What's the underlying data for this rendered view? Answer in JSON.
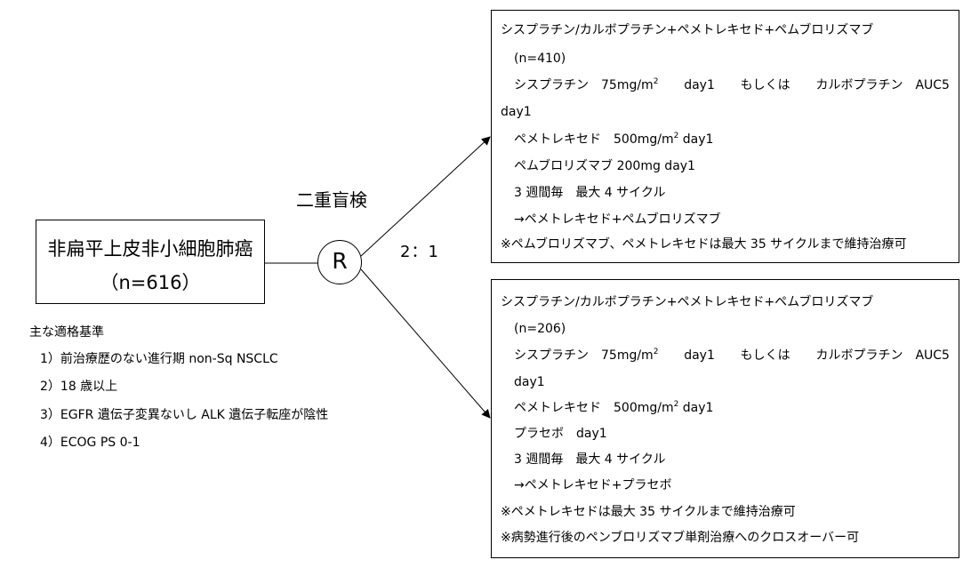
{
  "diagram": {
    "population": {
      "name": "非扁平上皮非小細胞肺癌",
      "n": "（n=616）"
    },
    "randomization": {
      "symbol": "R",
      "blinding": "二重盲検",
      "ratio": "2：1"
    },
    "criteria": {
      "title": "主な適格基準",
      "items": [
        "1）前治療歴のない進行期 non-Sq NSCLC",
        "2）18 歳以上",
        "3）EGFR 遺伝子変異ないし ALK 遺伝子転座が陰性",
        "4）ECOG PS 0-1"
      ]
    },
    "arm1": {
      "regimen": "シスプラチン/カルボプラチン+ペメトレキセド+ペムブロリズマブ",
      "n": "(n=410)",
      "cis_a": "シスプラチン　75mg/m",
      "cis_sup": "2",
      "cis_b": "day1",
      "cis_or": "もしくは",
      "carbo": "カルボプラチン　AUC5",
      "day1": "day1",
      "pem_a": "ペメトレキセド　500mg/m",
      "pem_sup": "2",
      "pem_b": " day1",
      "pembro": "ペムブロリズマブ 200mg day1",
      "cycle": "3 週間毎　最大 4 サイクル",
      "maintenance": "→ペメトレキセド+ペムブロリズマブ",
      "note": "※ペムブロリズマブ、ペメトレキセドは最大 35 サイクルまで維持治療可"
    },
    "arm2": {
      "regimen": "シスプラチン/カルボプラチン+ペメトレキセド+ペムブロリズマブ",
      "n": "(n=206)",
      "cis_a": "シスプラチン　75mg/m",
      "cis_sup": "2",
      "cis_b": "day1",
      "cis_or": "もしくは",
      "carbo": "カルボプラチン　AUC5",
      "day1": "day1",
      "pem_a": "ペメトレキセド　500mg/m",
      "pem_sup": "2",
      "pem_b": " day1",
      "placebo": "プラセボ　day1",
      "cycle": "3 週間毎　最大 4 サイクル",
      "maintenance": "→ペメトレキセド+プラセボ",
      "note1": "※ペメトレキセドは最大 35 サイクルまで維持治療可",
      "note2": "※病勢進行後のペンブロリズマブ単剤治療へのクロスオーバー可"
    }
  }
}
